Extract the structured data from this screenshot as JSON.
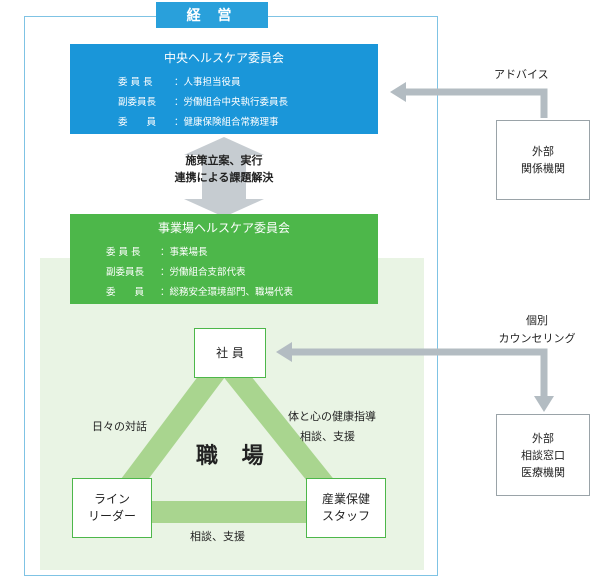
{
  "management": {
    "title": "経 営"
  },
  "central_committee": {
    "title": "中央ヘルスケア委員会",
    "roles": [
      {
        "label": "委 員 長",
        "value": "人事担当役員"
      },
      {
        "label": "副委員長",
        "value": "労働組合中央執行委員長"
      },
      {
        "label": "委　　員",
        "value": "健康保険組合常務理事"
      }
    ]
  },
  "middle_arrow_text": {
    "line1": "施策立案、実行",
    "line2": "連携による課題解決"
  },
  "site_committee": {
    "title": "事業場ヘルスケア委員会",
    "roles": [
      {
        "label": "委 員 長",
        "value": "事業場長"
      },
      {
        "label": "副委員長",
        "value": "労働組合支部代表"
      },
      {
        "label": "委　　員",
        "value": "総務安全環境部門、職場代表"
      }
    ]
  },
  "workplace": {
    "label": "職 場",
    "employee": "社 員",
    "line_leader": {
      "line1": "ライン",
      "line2": "リーダー"
    },
    "occupational_health": {
      "line1": "産業保健",
      "line2": "スタッフ"
    },
    "edge_left": "日々の対話",
    "edge_right_1": "体と心の健康指導",
    "edge_right_2": "相談、支援",
    "edge_bottom": "相談、支援"
  },
  "external": {
    "advice_label": "アドバイス",
    "related_orgs": {
      "line1": "外部",
      "line2": "関係機関"
    },
    "counseling_label": {
      "line1": "個別",
      "line2": "カウンセリング"
    },
    "consult_orgs": {
      "line1": "外部",
      "line2": "相談窓口",
      "line3": "医療機関"
    }
  },
  "colors": {
    "blue": "#1a96d9",
    "green": "#4db74a",
    "light_green": "#e9f4e4",
    "triangle": "#a9d58f",
    "gray_arrow": "#b3bcc2"
  }
}
